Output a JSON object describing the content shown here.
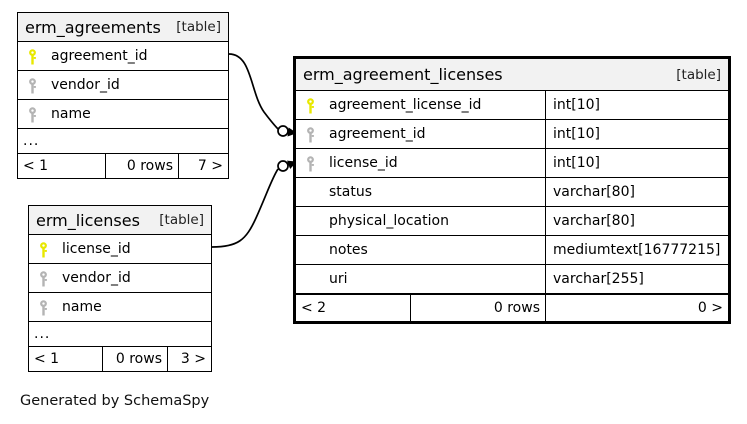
{
  "diagram": {
    "kind_label": "[table]",
    "ellipsis": "...",
    "credit": "Generated by SchemaSpy",
    "colors": {
      "primary_key": "#e8e800",
      "foreign_key": "#b4b4b4",
      "title_background": "#f2f2f2",
      "border": "#000000",
      "background": "#ffffff"
    }
  },
  "tables": {
    "erm_agreements": {
      "name": "erm_agreements",
      "kind": "[table]",
      "columns": [
        {
          "key": "primary",
          "name": "agreement_id"
        },
        {
          "key": "foreign",
          "name": "vendor_id"
        },
        {
          "key": "foreign",
          "name": "name"
        }
      ],
      "more_indicator": "...",
      "footer": {
        "left": "< 1",
        "middle": "0 rows",
        "right": "7 >"
      }
    },
    "erm_licenses": {
      "name": "erm_licenses",
      "kind": "[table]",
      "columns": [
        {
          "key": "primary",
          "name": "license_id"
        },
        {
          "key": "foreign",
          "name": "vendor_id"
        },
        {
          "key": "foreign",
          "name": "name"
        }
      ],
      "more_indicator": "...",
      "footer": {
        "left": "< 1",
        "middle": "0 rows",
        "right": "3 >"
      }
    },
    "erm_agreement_licenses": {
      "name": "erm_agreement_licenses",
      "kind": "[table]",
      "columns": [
        {
          "key": "primary",
          "name": "agreement_license_id",
          "type": "int[10]"
        },
        {
          "key": "foreign",
          "name": "agreement_id",
          "type": "int[10]"
        },
        {
          "key": "foreign",
          "name": "license_id",
          "type": "int[10]"
        },
        {
          "key": "none",
          "name": "status",
          "type": "varchar[80]"
        },
        {
          "key": "none",
          "name": "physical_location",
          "type": "varchar[80]"
        },
        {
          "key": "none",
          "name": "notes",
          "type": "mediumtext[16777215]"
        },
        {
          "key": "none",
          "name": "uri",
          "type": "varchar[255]"
        }
      ],
      "footer": {
        "left": "< 2",
        "middle": "0 rows",
        "right": "0 >"
      }
    }
  },
  "relationships": [
    {
      "from_table": "erm_agreements",
      "from_column": "agreement_id",
      "to_table": "erm_agreement_licenses",
      "to_column": "agreement_id"
    },
    {
      "from_table": "erm_licenses",
      "from_column": "license_id",
      "to_table": "erm_agreement_licenses",
      "to_column": "license_id"
    }
  ]
}
